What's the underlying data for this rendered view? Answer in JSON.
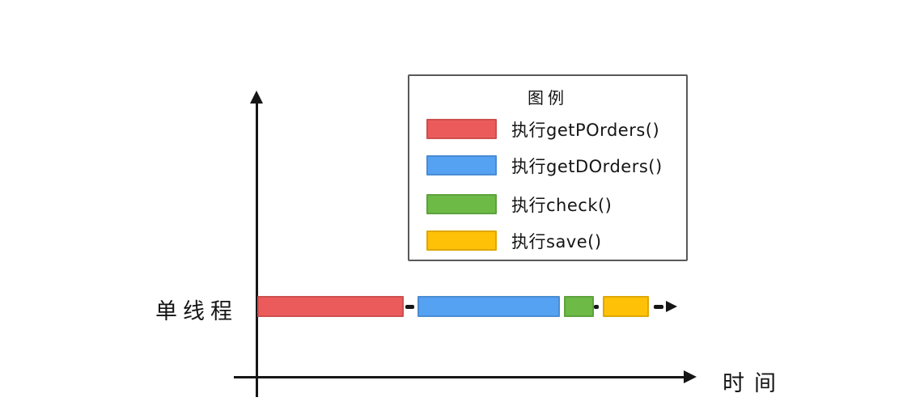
{
  "legend": {
    "title": "图例",
    "items": [
      {
        "label": "执行getPOrders()",
        "color": "#EC5B5B"
      },
      {
        "label": "执行getDOrders()",
        "color": "#55A1F2"
      },
      {
        "label": "执行check()",
        "color": "#6DBA47"
      },
      {
        "label": "执行save()",
        "color": "#FFC107"
      }
    ]
  },
  "timeline": {
    "thread_label": "单线程",
    "segments": [
      {
        "task": "执行getPOrders()",
        "color": "#EC5B5B",
        "order": 1
      },
      {
        "task": "执行getDOrders()",
        "color": "#55A1F2",
        "order": 2
      },
      {
        "task": "执行check()",
        "color": "#6DBA47",
        "order": 3
      },
      {
        "task": "执行save()",
        "color": "#FFC107",
        "order": 4
      }
    ]
  },
  "axes": {
    "x_label": "时间",
    "axis_color": "#161616"
  }
}
